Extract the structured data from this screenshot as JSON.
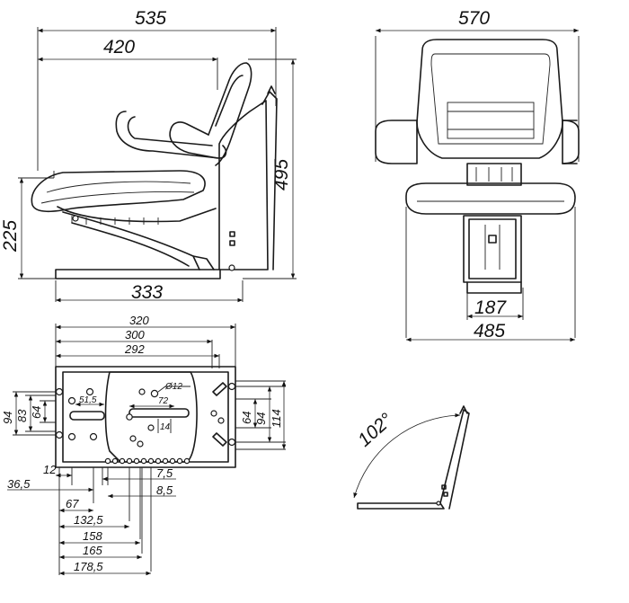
{
  "side_view": {
    "dim_overall_width": "535",
    "dim_seat_depth": "420",
    "dim_total_height": "495",
    "dim_seat_height": "225",
    "dim_base_length": "333"
  },
  "front_view": {
    "dim_backrest_width": "570",
    "dim_slide_width": "187",
    "dim_seat_width": "485"
  },
  "base_plate": {
    "dim_width_320": "320",
    "dim_width_300": "300",
    "dim_width_292": "292",
    "dim_hole_diameter": "Ø12",
    "dim_51_5": "51,5",
    "dim_72": "72",
    "dim_14": "14",
    "dim_left_94": "94",
    "dim_left_83": "83",
    "dim_left_64": "64",
    "dim_right_64": "64",
    "dim_right_94": "94",
    "dim_right_114": "114",
    "dim_12": "12",
    "dim_36_5": "36,5",
    "dim_7_5": "7,5",
    "dim_8_5": "8,5",
    "dim_67": "67",
    "dim_132_5": "132,5",
    "dim_158": "158",
    "dim_165": "165",
    "dim_178_5": "178,5"
  },
  "recline_view": {
    "dim_angle": "102°"
  }
}
